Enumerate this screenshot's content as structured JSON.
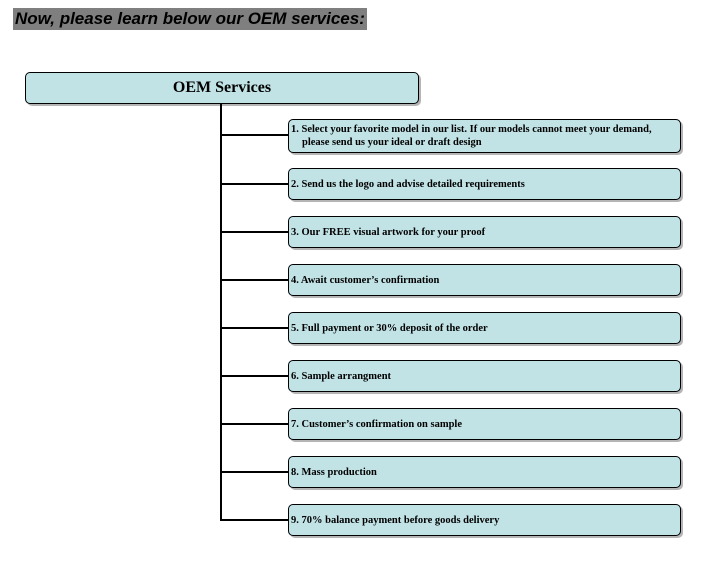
{
  "heading": "Now, please learn below our OEM services:",
  "diagram": {
    "title": "OEM Services",
    "steps": [
      "1. Select your favorite model in our list. If our models cannot meet your demand, please send us your ideal or draft design",
      "2. Send us the logo and advise detailed requirements",
      "3. Our FREE visual artwork for your proof",
      "4. Await customer’s confirmation",
      "5. Full payment or 30% deposit of the order",
      "6. Sample arrangment",
      "7. Customer’s confirmation on sample",
      "8. Mass production",
      "9. 70% balance payment before goods delivery"
    ]
  },
  "colors": {
    "box_fill": "#c1e3e6",
    "box_border": "#000000",
    "heading_background": "#7f7f7f"
  }
}
